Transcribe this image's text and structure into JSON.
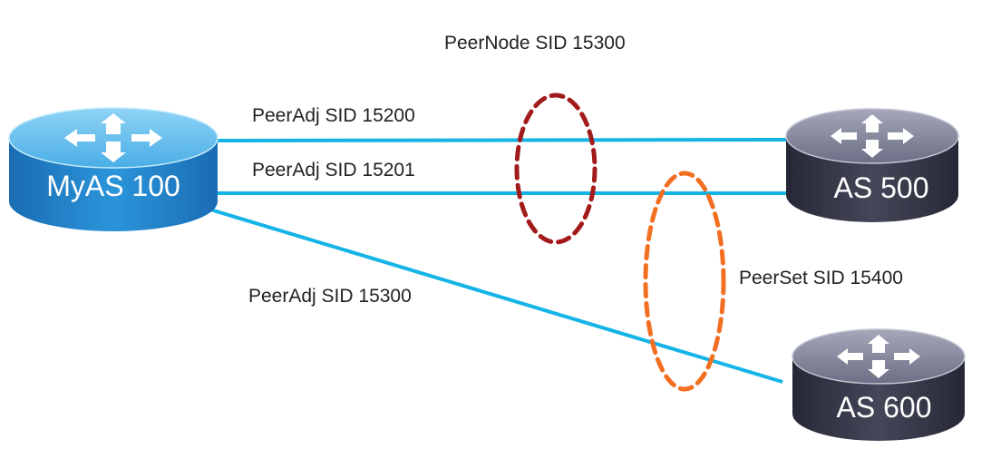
{
  "labels": {
    "peernode": "PeerNode SID 15300",
    "peeradj1": "PeerAdj SID 15200",
    "peeradj2": "PeerAdj SID 15201",
    "peeradj3": "PeerAdj SID 15300",
    "peerset": "PeerSet SID 15400"
  },
  "routers": {
    "myas": {
      "label": "MyAS 100",
      "style": "blue"
    },
    "as500": {
      "label": "AS 500",
      "style": "dark"
    },
    "as600": {
      "label": "AS 600",
      "style": "dark"
    }
  },
  "links": [
    {
      "from": "MyAS 100",
      "to": "AS 500",
      "sid": "PeerAdj SID 15200"
    },
    {
      "from": "MyAS 100",
      "to": "AS 500",
      "sid": "PeerAdj SID 15201"
    },
    {
      "from": "MyAS 100",
      "to": "AS 600",
      "sid": "PeerAdj SID 15300"
    }
  ],
  "groups": [
    {
      "name": "PeerNode SID 15300",
      "members": [
        "PeerAdj SID 15200",
        "PeerAdj SID 15201"
      ]
    },
    {
      "name": "PeerSet SID 15400",
      "members": [
        "AS 500",
        "AS 600"
      ]
    }
  ],
  "colors": {
    "link": "#15b4e6",
    "peernode_ellipse": "#a31a1a",
    "peerset_ellipse": "#f26f22",
    "router_blue_top": "#5cbcef",
    "router_blue_side": "#1a7dc4",
    "router_dark_top": "#7c7f95",
    "router_dark_side": "#3a3b4c"
  }
}
